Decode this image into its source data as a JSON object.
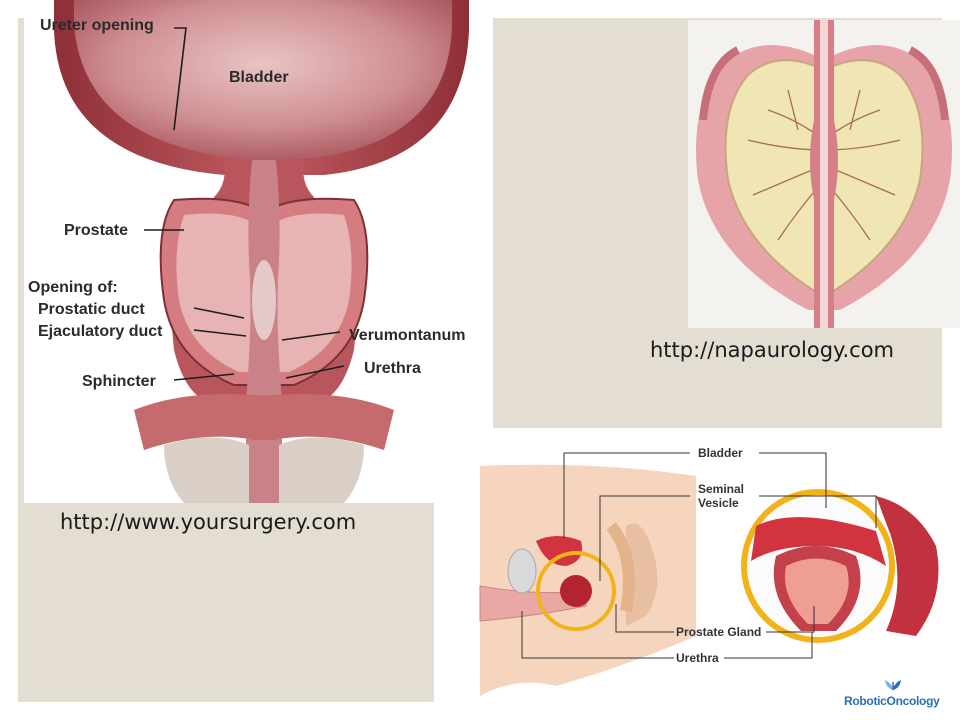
{
  "left_figure": {
    "labels": {
      "ureter_opening": "Ureter opening",
      "bladder": "Bladder",
      "prostate": "Prostate",
      "opening_of": "Opening of:",
      "prostatic_duct": "Prostatic duct",
      "ejaculatory_duct": "Ejaculatory duct",
      "verumontanum": "Verumontanum",
      "urethra": "Urethra",
      "sphincter": "Sphincter"
    },
    "source_url": "http://www.yoursurgery.com"
  },
  "right_figure": {
    "source_url": "http://napaurology.com"
  },
  "bottom_figure": {
    "labels": {
      "bladder": "Bladder",
      "seminal": "Seminal",
      "vesicle": "Vesicle",
      "prostate_gland": "Prostate Gland",
      "urethra": "Urethra"
    },
    "logo": "RoboticOncology"
  },
  "colors": {
    "panel_bg": "#e3ddd2",
    "tissue_dark": "#b2505a",
    "tissue_light": "#e6a9a6",
    "gland_yellow": "#efe6b4",
    "highlight_ring": "#f2b21a",
    "logo_blue": "#2a6fb4"
  }
}
